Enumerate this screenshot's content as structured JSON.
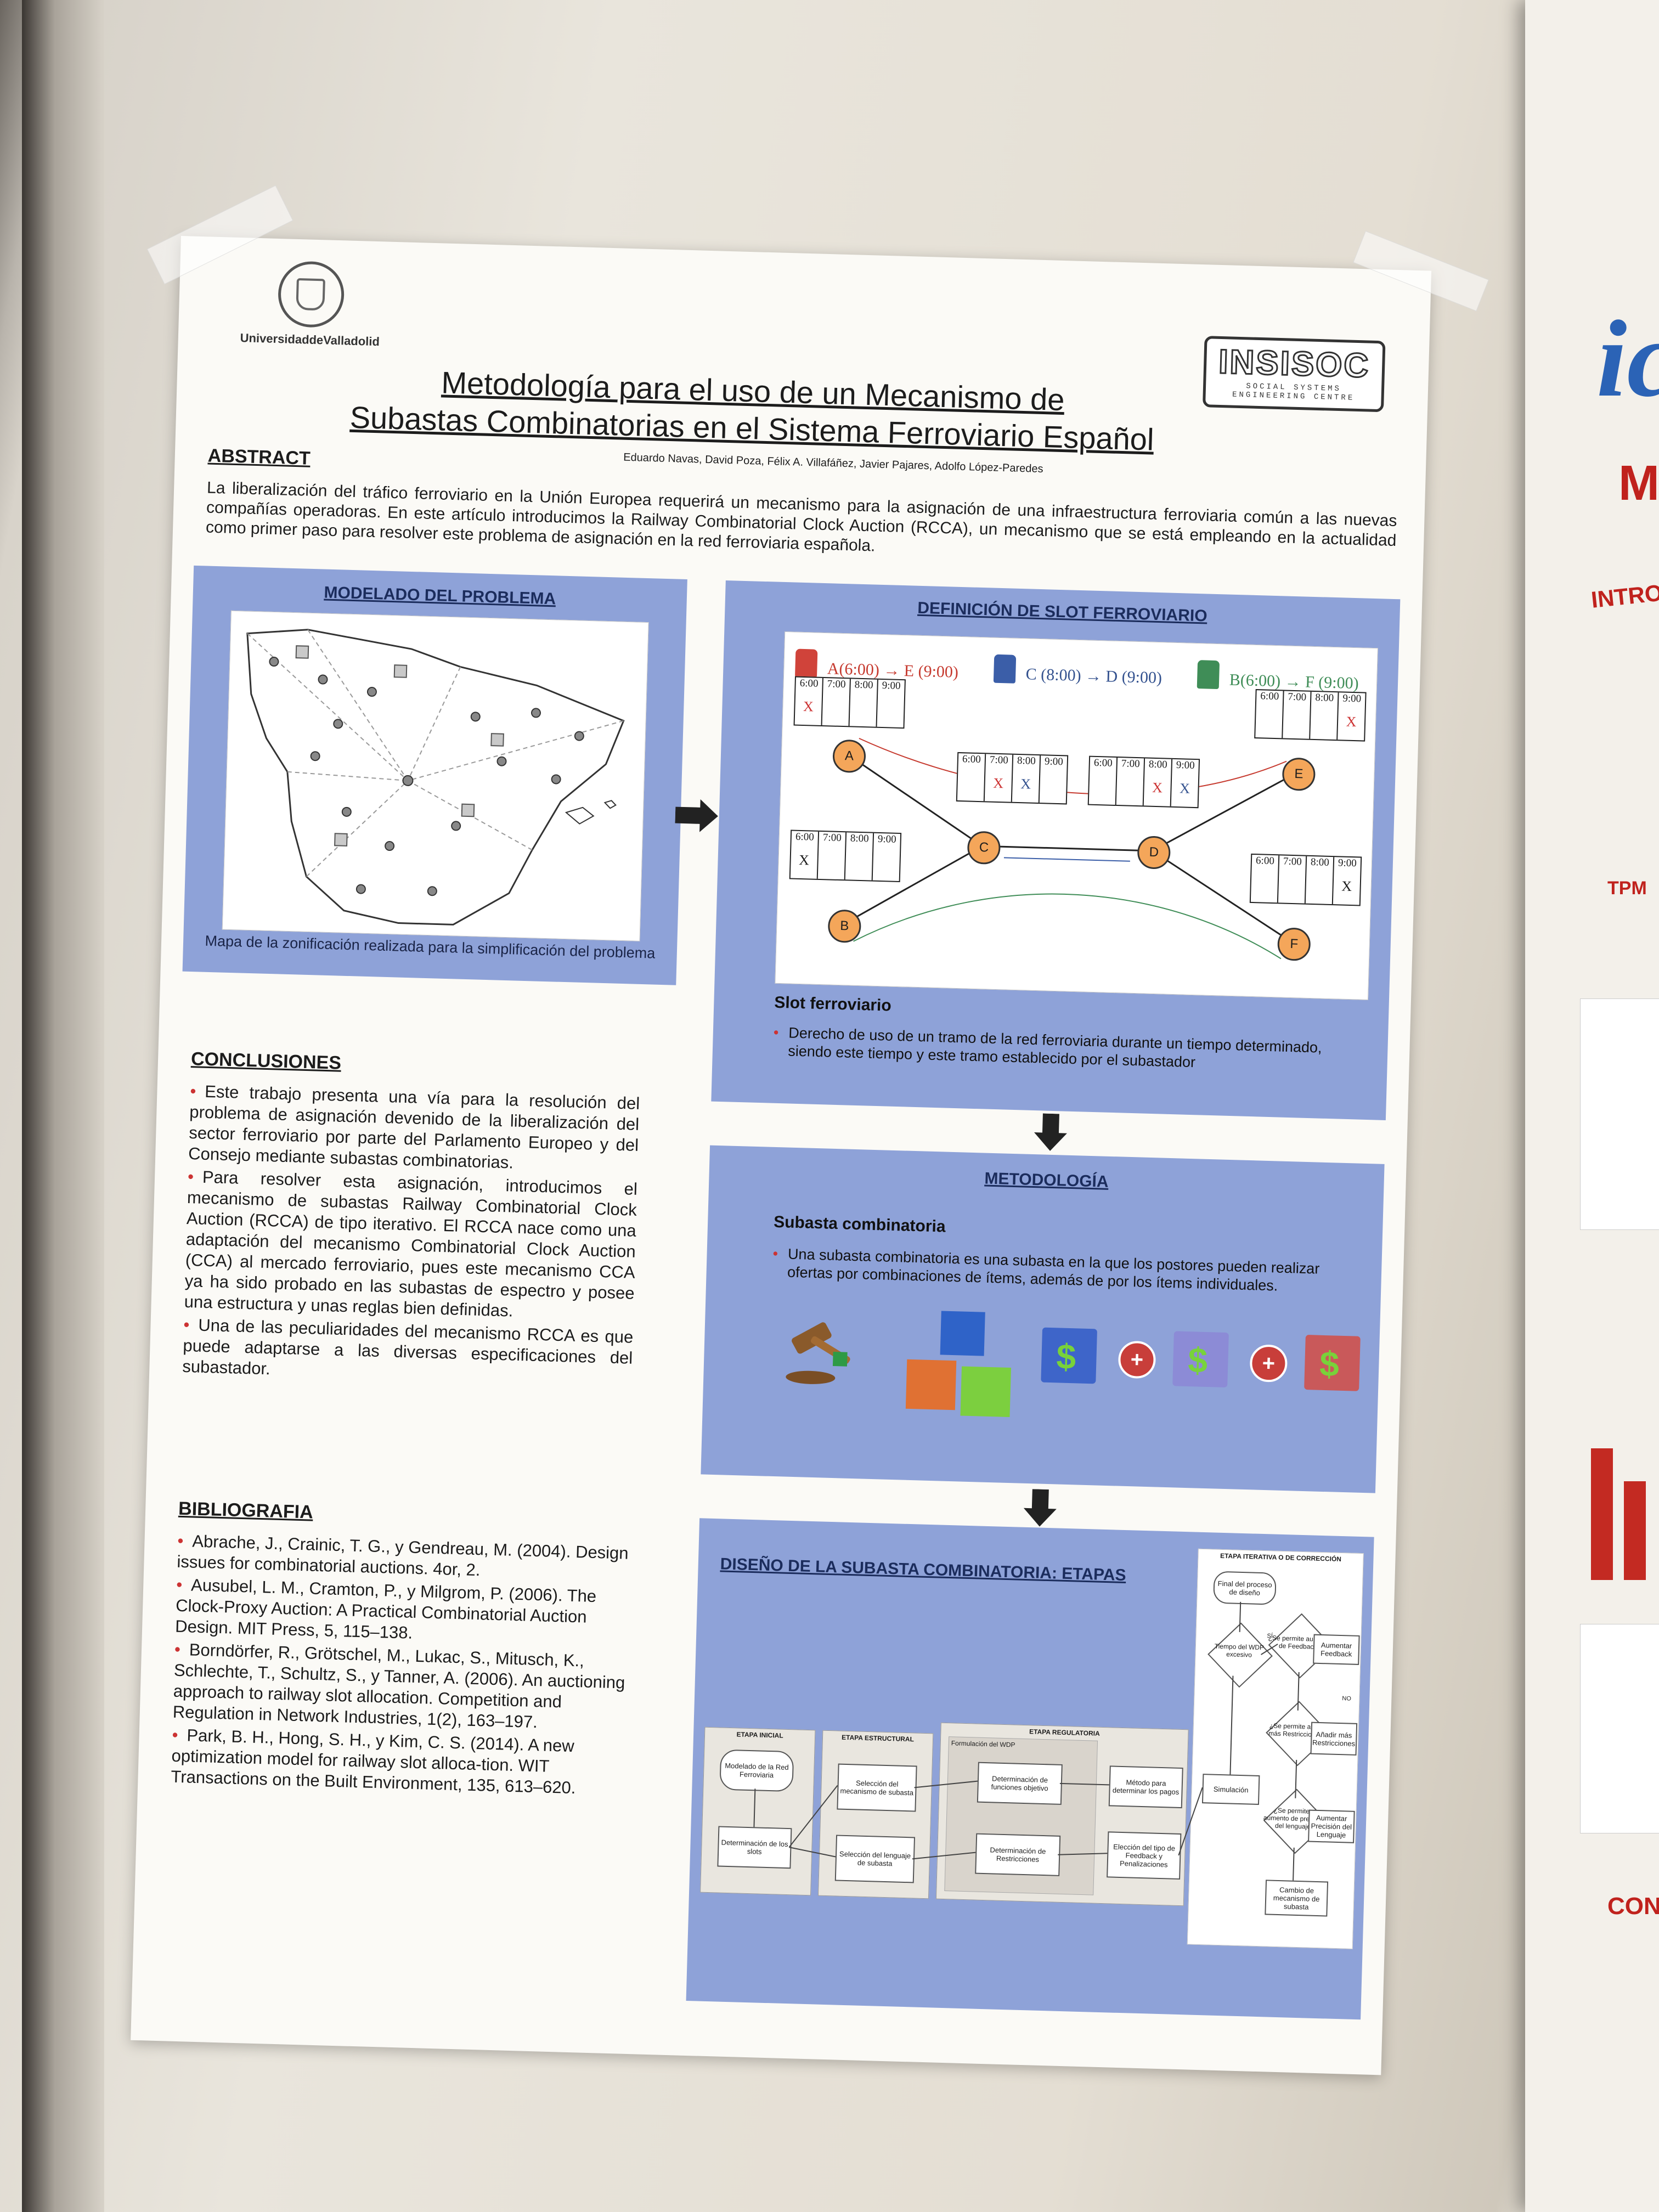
{
  "poster": {
    "university": "UniversidaddeValladolid",
    "insisoc": {
      "name": "INSISOC",
      "tagline1": "SOCIAL SYSTEMS",
      "tagline2": "ENGINEERING CENTRE"
    },
    "title_line1": "Metodología para el uso de un Mecanismo de",
    "title_line2": "Subastas Combinatorias en el Sistema Ferroviario Español",
    "authors": "Eduardo Navas, David Poza, Félix A. Villafáñez, Javier Pajares, Adolfo López-Paredes",
    "abstract_heading": "ABSTRACT",
    "abstract_text": "La liberalización del tráfico ferroviario en la Unión Europea requerirá un mecanismo para la asignación de una infraestructura ferroviaria común a las nuevas compañías operadoras. En este artículo introducimos la Railway Combinatorial Clock Auction (RCCA), un mecanismo que se está empleando en la actualidad como primer paso para resolver este problema de asignación en la red ferroviaria española.",
    "modelado": {
      "heading": "MODELADO DEL PROBLEMA",
      "caption": "Mapa de la zonificación realizada para la simplificación del problema"
    },
    "slot": {
      "heading": "DEFINICIÓN DE SLOT FERROVIARIO",
      "route_a": "A(6:00) → E (9:00)",
      "route_c": "C (8:00) → D (9:00)",
      "route_b": "B(6:00) → F (9:00)",
      "times": [
        "6:00",
        "7:00",
        "8:00",
        "9:00"
      ],
      "nodes": [
        "A",
        "B",
        "C",
        "D",
        "E",
        "F"
      ],
      "mark": "X",
      "subheading": "Slot ferroviario",
      "bullet": "Derecho de uso de un tramo de la red ferroviaria durante un tiempo determinado, siendo este tiempo y este tramo establecido por el subastador"
    },
    "metodologia": {
      "heading": "METODOLOGÍA",
      "subheading": "Subasta combinatoria",
      "bullet": "Una subasta combinatoria es una subasta en la que los postores pueden realizar ofertas por combinaciones de ítems, además de por los ítems individuales.",
      "dollar": "$",
      "plus": "+"
    },
    "conclusiones": {
      "heading": "CONCLUSIONES",
      "items": [
        "Este trabajo presenta una vía para la resolución del problema de asignación devenido de la liberalización del sector ferroviario por parte del Parlamento Europeo y del Consejo mediante subastas combinatorias.",
        "Para resolver esta asignación, introducimos el mecanismo de subastas Railway Combinatorial Clock Auction (RCCA) de tipo iterativo. El RCCA nace como una adaptación del mecanismo Combinatorial Clock Auction (CCA) al mercado ferroviario, pues este mecanismo CCA ya ha sido probado en las subastas de espectro y posee una estructura y unas reglas bien definidas.",
        "Una de las peculiaridades del mecanismo RCCA es que puede adaptarse a las diversas especificaciones del subastador."
      ]
    },
    "bibliografia": {
      "heading": "BIBLIOGRAFIA",
      "items": [
        "Abrache, J., Crainic, T. G., y Gendreau, M. (2004). Design issues for combinatorial auctions. 4or, 2.",
        "Ausubel, L. M., Cramton, P., y Milgrom, P. (2006). The Clock-Proxy Auction: A Practical Combinatorial Auction Design. MIT Press, 5, 115–138.",
        "Borndörfer, R., Grötschel, M., Lukac, S., Mitusch, K., Schlechte, T., Schultz, S., y Tanner, A. (2006). An auctioning approach to railway slot allocation. Competition and Regulation in Network Industries, 1(2), 163–197.",
        "Park, B. H., Hong, S. H., y Kim, C. S. (2014). A new optimization model for railway slot alloca-tion. WIT Transactions on the Built Environment, 135, 613–620."
      ]
    },
    "diseno": {
      "heading": "DISEÑO DE LA SUBASTA COMBINATORIA: ETAPAS",
      "stage_initial": "ETAPA INICIAL",
      "stage_structural": "ETAPA ESTRUCTURAL",
      "stage_regulatory": "ETAPA REGULATORIA",
      "stage_iterative": "ETAPA ITERATIVA O DE CORRECCIÓN",
      "wdp": "Formulación del WDP",
      "boxes": {
        "modelado_red": "Modelado de la Red Ferroviaria",
        "det_slots": "Determinación de los slots",
        "sel_mecanismo": "Selección del mecanismo de subasta",
        "sel_lenguaje": "Selección del lenguaje de subasta",
        "det_funciones": "Determinación de funciones objetivo",
        "det_restricciones": "Determinación de Restricciones",
        "metodo_pagos": "Método para determinar los pagos",
        "eleccion_feedback": "Elección del tipo de Feedback y Penalizaciones",
        "simulacion": "Simulación",
        "final": "Final del proceso de diseño",
        "tiempo": "Tiempo del WDP excesivo",
        "aumento_fb": "¿Se permite aumento de Feedback?",
        "anadir_restr": "¿Se permite añadir más Restricciones?",
        "aumento_prec": "¿Se permite el aumento de precisión del lenguaje?",
        "aumentar_fb": "Aumentar Feedback",
        "anadir_mas": "Añadir más Restricciones",
        "aumentar_prec": "Aumentar Precisión del Lenguaje",
        "cambio": "Cambio de mecanismo de subasta"
      },
      "yes": "SÍ",
      "no": "NO"
    }
  },
  "neighbor_poster": {
    "logo": "ic",
    "title": "Me",
    "intro": "INTRODU",
    "tpm": "TPM",
    "conc": "CONCL"
  },
  "colors": {
    "panel_blue": "#8ea2d8",
    "accent_red": "#c33",
    "node_orange": "#f4a65a"
  }
}
